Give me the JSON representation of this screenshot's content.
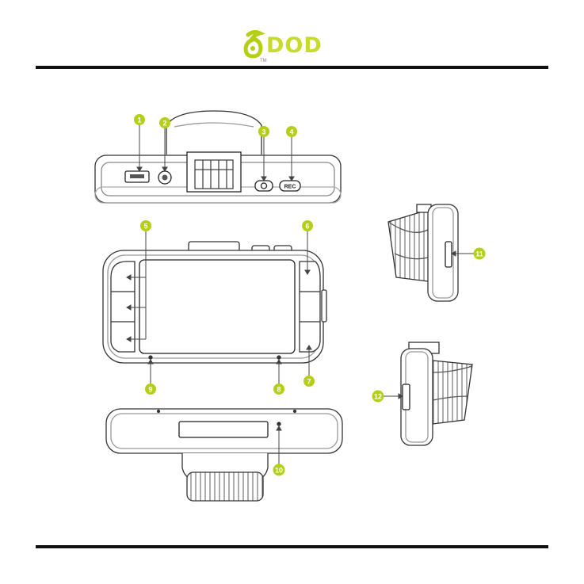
{
  "brand": {
    "name": "DOD",
    "trademark": "TM",
    "accent_color": "#b5cf17",
    "logo_icon": "swirl-delta-icon"
  },
  "callouts": [
    {
      "number": "1",
      "target": "usb-port"
    },
    {
      "number": "2",
      "target": "av-jack"
    },
    {
      "number": "3",
      "target": "power-button"
    },
    {
      "number": "4",
      "target": "rec-button"
    },
    {
      "number": "5",
      "target": "left-buttons"
    },
    {
      "number": "6",
      "target": "right-top-button"
    },
    {
      "number": "7",
      "target": "right-bottom-button"
    },
    {
      "number": "8",
      "target": "right-indicator"
    },
    {
      "number": "9",
      "target": "left-indicator"
    },
    {
      "number": "10",
      "target": "bottom-hole"
    },
    {
      "number": "11",
      "target": "side-slot"
    },
    {
      "number": "12",
      "target": "side-slot-left"
    }
  ],
  "labels": {
    "rec_button": "REC"
  }
}
